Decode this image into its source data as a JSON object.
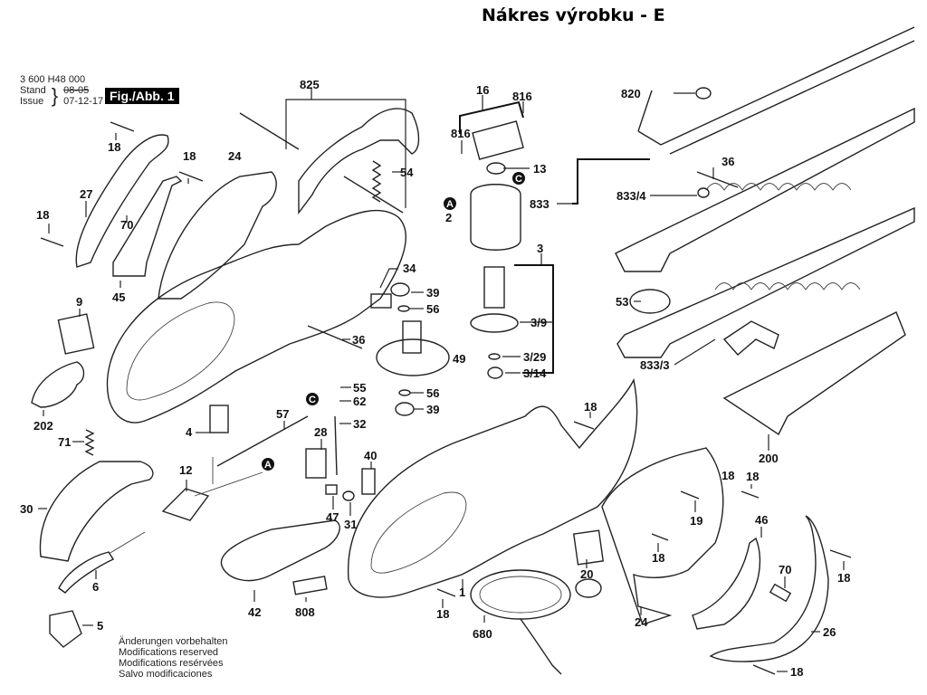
{
  "title": "Nákres výrobku - E",
  "document": {
    "part_number": "3 600 H48 000",
    "stand_label": "Stand",
    "issue_label": "Issue",
    "stand_value": "08-05",
    "issue_value": "07-12-17",
    "figure_label": "Fig./Abb. 1"
  },
  "notes": [
    "Änderungen vorbehalten",
    "Modifications reserved",
    "Modifications resérvées",
    "Salvo modificaciones"
  ],
  "badges": {
    "a": "A",
    "c": "C"
  },
  "callouts": [
    {
      "id": "825",
      "text": "825"
    },
    {
      "id": "16",
      "text": "16"
    },
    {
      "id": "816a",
      "text": "816"
    },
    {
      "id": "816b",
      "text": "816"
    },
    {
      "id": "820",
      "text": "820"
    },
    {
      "id": "18a",
      "text": "18"
    },
    {
      "id": "18b",
      "text": "18"
    },
    {
      "id": "18c",
      "text": "18"
    },
    {
      "id": "24a",
      "text": "24"
    },
    {
      "id": "27",
      "text": "27"
    },
    {
      "id": "70a",
      "text": "70"
    },
    {
      "id": "45",
      "text": "45"
    },
    {
      "id": "54",
      "text": "54"
    },
    {
      "id": "13",
      "text": "13"
    },
    {
      "id": "2",
      "text": "2"
    },
    {
      "id": "3",
      "text": "3"
    },
    {
      "id": "3_9",
      "text": "3/9"
    },
    {
      "id": "3_29",
      "text": "3/29"
    },
    {
      "id": "3_14",
      "text": "3/14"
    },
    {
      "id": "833",
      "text": "833"
    },
    {
      "id": "833_4",
      "text": "833/4"
    },
    {
      "id": "833_3",
      "text": "833/3"
    },
    {
      "id": "36a",
      "text": "36"
    },
    {
      "id": "36b",
      "text": "36"
    },
    {
      "id": "53",
      "text": "53"
    },
    {
      "id": "34",
      "text": "34"
    },
    {
      "id": "39a",
      "text": "39"
    },
    {
      "id": "56a",
      "text": "56"
    },
    {
      "id": "49",
      "text": "49"
    },
    {
      "id": "56b",
      "text": "56"
    },
    {
      "id": "39b",
      "text": "39"
    },
    {
      "id": "55",
      "text": "55"
    },
    {
      "id": "62",
      "text": "62"
    },
    {
      "id": "32",
      "text": "32"
    },
    {
      "id": "57",
      "text": "57"
    },
    {
      "id": "4",
      "text": "4"
    },
    {
      "id": "28",
      "text": "28"
    },
    {
      "id": "40",
      "text": "40"
    },
    {
      "id": "12",
      "text": "12"
    },
    {
      "id": "47",
      "text": "47"
    },
    {
      "id": "31",
      "text": "31"
    },
    {
      "id": "9",
      "text": "9"
    },
    {
      "id": "202",
      "text": "202"
    },
    {
      "id": "71",
      "text": "71"
    },
    {
      "id": "30",
      "text": "30"
    },
    {
      "id": "6",
      "text": "6"
    },
    {
      "id": "5",
      "text": "5"
    },
    {
      "id": "42",
      "text": "42"
    },
    {
      "id": "808",
      "text": "808"
    },
    {
      "id": "1",
      "text": "1"
    },
    {
      "id": "18d",
      "text": "18"
    },
    {
      "id": "680",
      "text": "680"
    },
    {
      "id": "18e",
      "text": "18"
    },
    {
      "id": "18f",
      "text": "18"
    },
    {
      "id": "19",
      "text": "19"
    },
    {
      "id": "18g",
      "text": "18"
    },
    {
      "id": "20",
      "text": "20"
    },
    {
      "id": "24b",
      "text": "24"
    },
    {
      "id": "200",
      "text": "200"
    },
    {
      "id": "18h",
      "text": "18"
    },
    {
      "id": "46",
      "text": "46"
    },
    {
      "id": "70b",
      "text": "70"
    },
    {
      "id": "18i",
      "text": "18"
    },
    {
      "id": "26",
      "text": "26"
    },
    {
      "id": "18j",
      "text": "18"
    }
  ]
}
